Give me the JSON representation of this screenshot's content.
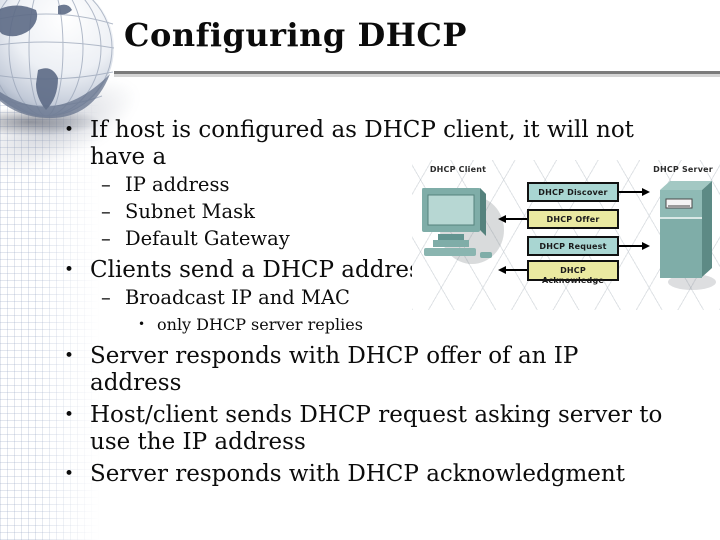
{
  "title": "Configuring DHCP",
  "bullets": [
    {
      "level": 1,
      "marker": "•",
      "lines": [
        "If host is configured as DHCP client, it will not",
        "have a"
      ]
    },
    {
      "level": 2,
      "marker": "–",
      "lines": [
        "IP address"
      ]
    },
    {
      "level": 2,
      "marker": "–",
      "lines": [
        "Subnet Mask"
      ]
    },
    {
      "level": 2,
      "marker": "–",
      "lines": [
        "Default Gateway"
      ]
    },
    {
      "level": 1,
      "marker": "•",
      "lines": [
        "Clients send a DHCP addres"
      ]
    },
    {
      "level": 2,
      "marker": "–",
      "lines": [
        "Broadcast IP and MAC"
      ]
    },
    {
      "level": 3,
      "marker": "•",
      "lines": [
        "only DHCP server replies"
      ]
    },
    {
      "level": 1,
      "marker": "•",
      "lines": [
        "Server responds with DHCP offer of an IP",
        "address"
      ]
    },
    {
      "level": 1,
      "marker": "•",
      "lines": [
        "Host/client sends DHCP request asking server to",
        "use the IP address"
      ]
    },
    {
      "level": 1,
      "marker": "•",
      "lines": [
        "Server responds with DHCP acknowledgment"
      ]
    }
  ],
  "diagram": {
    "client_label": "DHCP Client",
    "server_label": "DHCP Server",
    "messages": [
      {
        "label": "DHCP Discover",
        "direction": "to-server",
        "color": "#a9d6d2"
      },
      {
        "label": "DHCP Offer",
        "direction": "to-client",
        "color": "#eae9a1"
      },
      {
        "label": "DHCP Request",
        "direction": "to-server",
        "color": "#a9d6d2"
      },
      {
        "label": "DHCP",
        "sublabel": "Acknowledge",
        "direction": "to-client",
        "color": "#eae9a1"
      }
    ]
  },
  "colors": {
    "title_text": "#0b0b0b",
    "title_rule": "#7b7b7b",
    "box_teal": "#a9d6d2",
    "box_yellow": "#eae9a1",
    "box_border": "#111111",
    "icon_teal": "#7fada8",
    "lattice_line": "#d7dbe0"
  }
}
